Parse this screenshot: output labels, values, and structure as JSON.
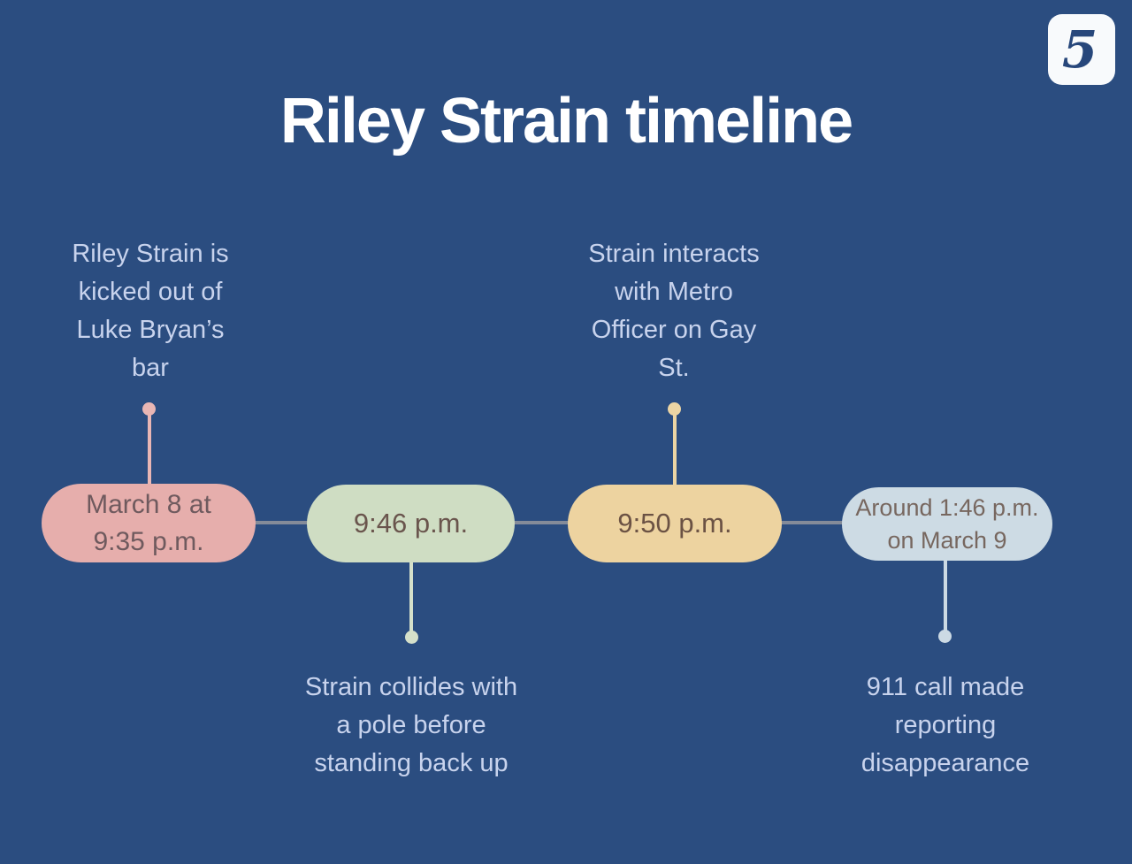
{
  "page": {
    "title": "Riley Strain timeline",
    "background_color": "#2b4d80",
    "title_color": "#ffffff",
    "body_text_color": "#c8d3ed",
    "axis_line_color": "#848b99"
  },
  "logo": {
    "glyph": "5",
    "background_color": "#f8fafc",
    "glyph_color": "#27477b"
  },
  "timeline": {
    "events": [
      {
        "time": "March 8 at\n9:35 p.m.",
        "description": "Riley Strain is\nkicked out of\nLuke Bryan’s\nbar",
        "description_position": "above",
        "colors": {
          "pill": "#e6aeac",
          "pill_text": "#6f5a5e",
          "connector": "#e9b6b4"
        }
      },
      {
        "time": "9:46 p.m.",
        "description": "Strain collides with\na pole before\nstanding back up",
        "description_position": "below",
        "colors": {
          "pill": "#cfddc3",
          "pill_text": "#6a554d",
          "connector": "#d5e0ca"
        }
      },
      {
        "time": "9:50 p.m.",
        "description": "Strain interacts\nwith Metro\nOfficer on Gay\nSt.",
        "description_position": "above",
        "colors": {
          "pill": "#edd3a0",
          "pill_text": "#6b5244",
          "connector": "#ecd5a4"
        }
      },
      {
        "time": "Around 1:46 p.m.\non March 9",
        "description": "911 call made\nreporting\ndisappearance",
        "description_position": "below",
        "colors": {
          "pill": "#cddbe4",
          "pill_text": "#77675f",
          "connector": "#ccdae4"
        }
      }
    ]
  }
}
